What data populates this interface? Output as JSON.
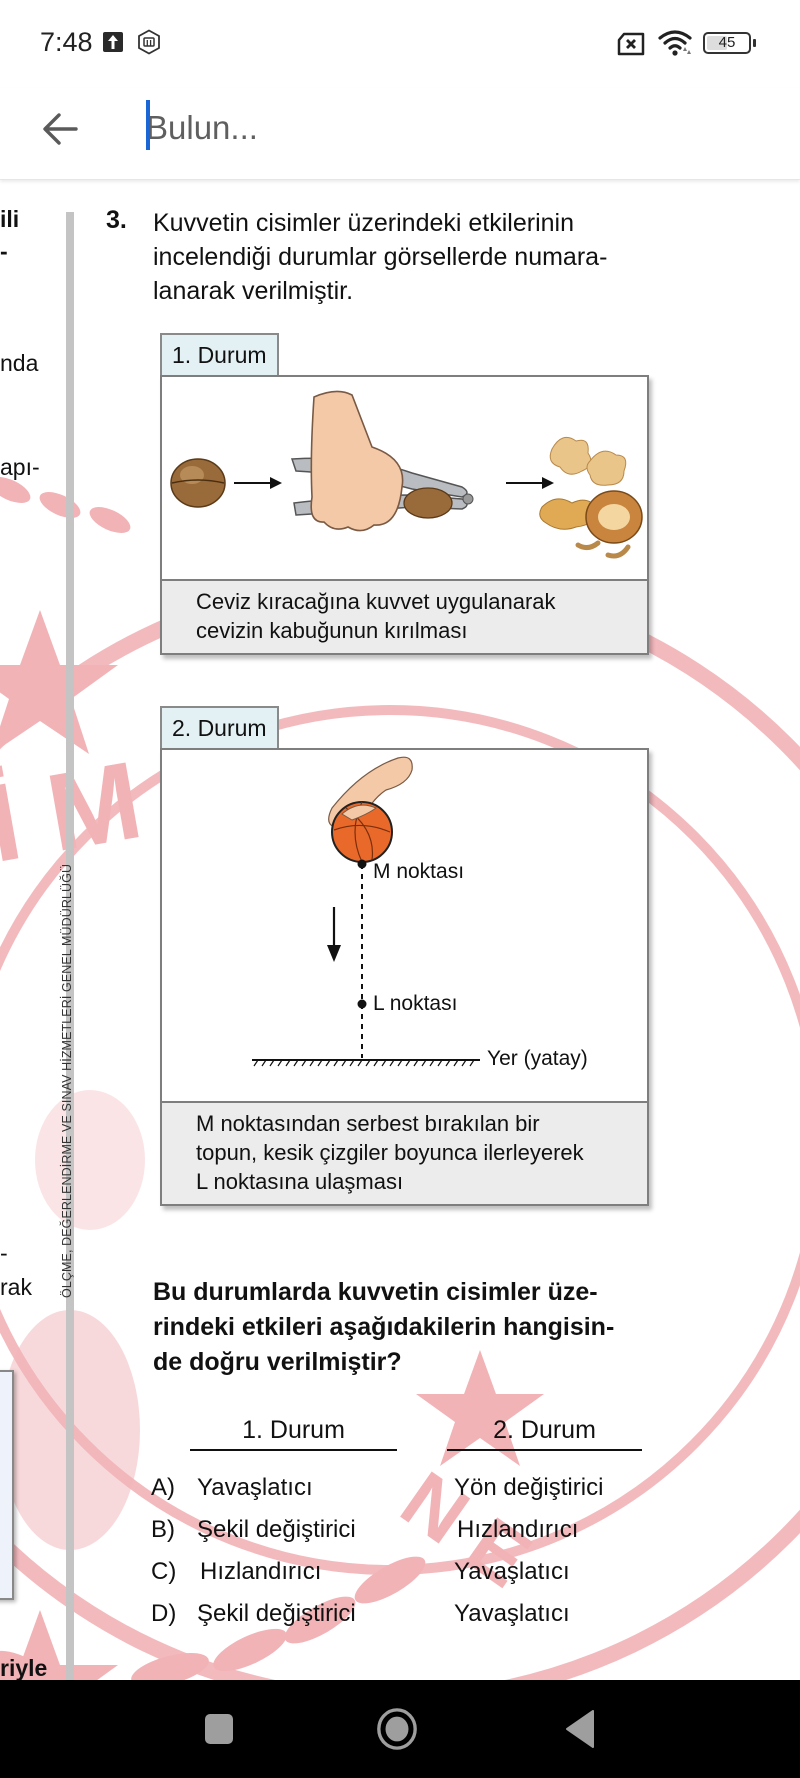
{
  "status_bar": {
    "time": "7:48",
    "icons": [
      "upload-arrow-icon",
      "mi-hexagon-icon",
      "no-sim-icon",
      "wifi-icon",
      "battery-icon"
    ],
    "battery_level": "45"
  },
  "search_bar": {
    "back_icon": "arrow-left-icon",
    "placeholder": "Bulun...",
    "value": "",
    "caret_color": "#1a66d6"
  },
  "document": {
    "left_column_fragments": [
      "ili",
      "-",
      "nda",
      "apı-",
      "-",
      "rak",
      "riyle"
    ],
    "vertical_footer": "ÖLÇME, DEĞERLENDİRME VE SINAV HİZMETLERİ GENEL MÜDÜRLÜĞÜ",
    "watermark_color": "#f2b3b7",
    "question": {
      "number": "3.",
      "stem": "Kuvvetin cisimler üzerindeki etkilerinin incelendiği durumlar görsellerde numara-lanarak verilmiştir.",
      "stem_lines": [
        "Kuvvetin cisimler üzerindeki etkilerinin",
        "incelendiği durumlar görsellerde numara-",
        "lanarak verilmiştir."
      ],
      "cases": [
        {
          "tab": "1. Durum",
          "figure": [
            "walnut",
            "arrow-right",
            "hand-nutcracker",
            "arrow-right",
            "cracked-walnut-pieces"
          ],
          "caption_lines": [
            "Ceviz kıracağına kuvvet uygulanarak",
            "cevizin kabuğunun kırılması"
          ]
        },
        {
          "tab": "2. Durum",
          "figure_labels": {
            "m_point": "M noktası",
            "l_point": "L noktası",
            "ground": "Yer (yatay)"
          },
          "caption_lines": [
            "M noktasından serbest bırakılan bir",
            "topun, kesik çizgiler boyunca ilerleyerek",
            "L noktasına ulaşması"
          ]
        }
      ],
      "prompt_lines": [
        "Bu durumlarda kuvvetin cisimler üze-",
        "rindeki etkileri aşağıdakilerin hangisin-",
        "de doğru verilmiştir?"
      ],
      "columns": [
        "1. Durum",
        "2. Durum"
      ],
      "options": [
        {
          "letter": "A)",
          "case1": "Yavaşlatıcı",
          "case2": "Yön değiştirici"
        },
        {
          "letter": "B)",
          "case1": "Şekil değiştirici",
          "case2": "Hızlandırıcı"
        },
        {
          "letter": "C)",
          "case1": "Hızlandırıcı",
          "case2": "Yavaşlatıcı"
        },
        {
          "letter": "D)",
          "case1": "Şekil değiştirici",
          "case2": "Yavaşlatıcı"
        }
      ]
    }
  },
  "nav_bar": {
    "buttons": [
      "recents-square-icon",
      "home-circle-icon",
      "back-triangle-icon"
    ]
  }
}
